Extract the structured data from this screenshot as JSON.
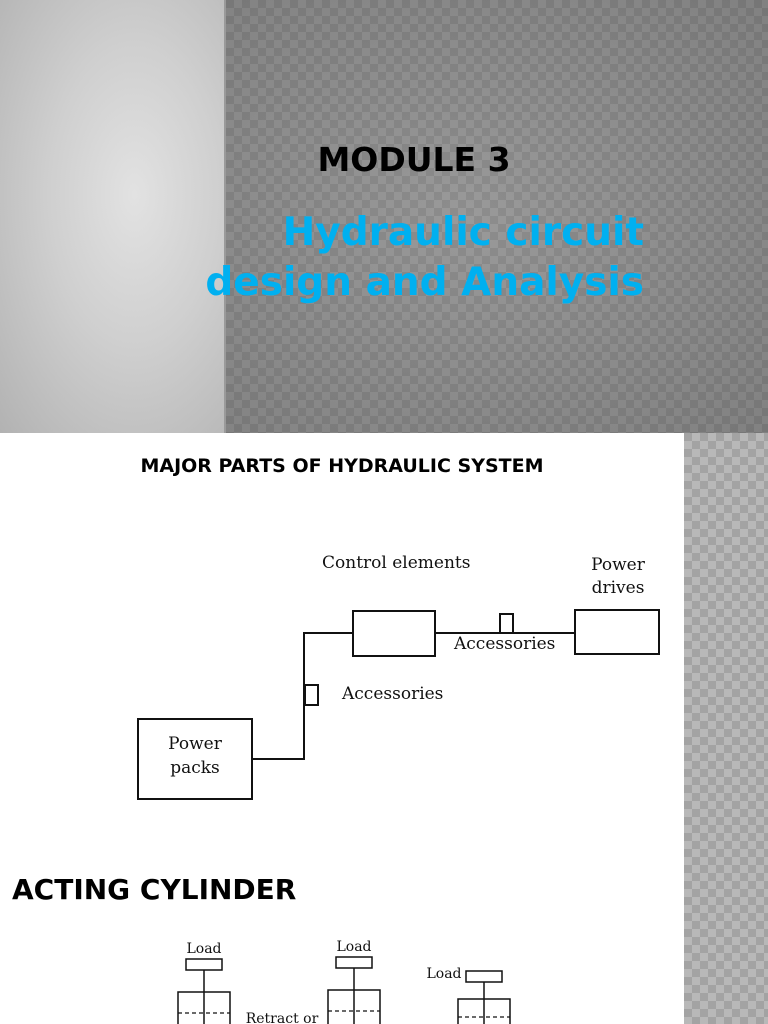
{
  "slide1": {
    "module_title": "MODULE 3",
    "subtitle_line1": "Hydraulic circuit",
    "subtitle_line2": "design and Analysis",
    "subtitle_color": "#00b0f0"
  },
  "slide2": {
    "heading": "MAJOR PARTS OF HYDRAULIC SYSTEM",
    "diagram": {
      "control_elements": "Control elements",
      "power_drives_line1": "Power",
      "power_drives_line2": "drives",
      "accessories_top": "Accessories",
      "accessories_mid": "Accessories",
      "power_packs_line1": "Power",
      "power_packs_line2": "packs"
    },
    "acting_heading": "ACTING CYLINDER",
    "cylinders": {
      "load_1": "Load",
      "load_2": "Load",
      "load_3": "Load",
      "retract_label": "Retract or"
    }
  }
}
